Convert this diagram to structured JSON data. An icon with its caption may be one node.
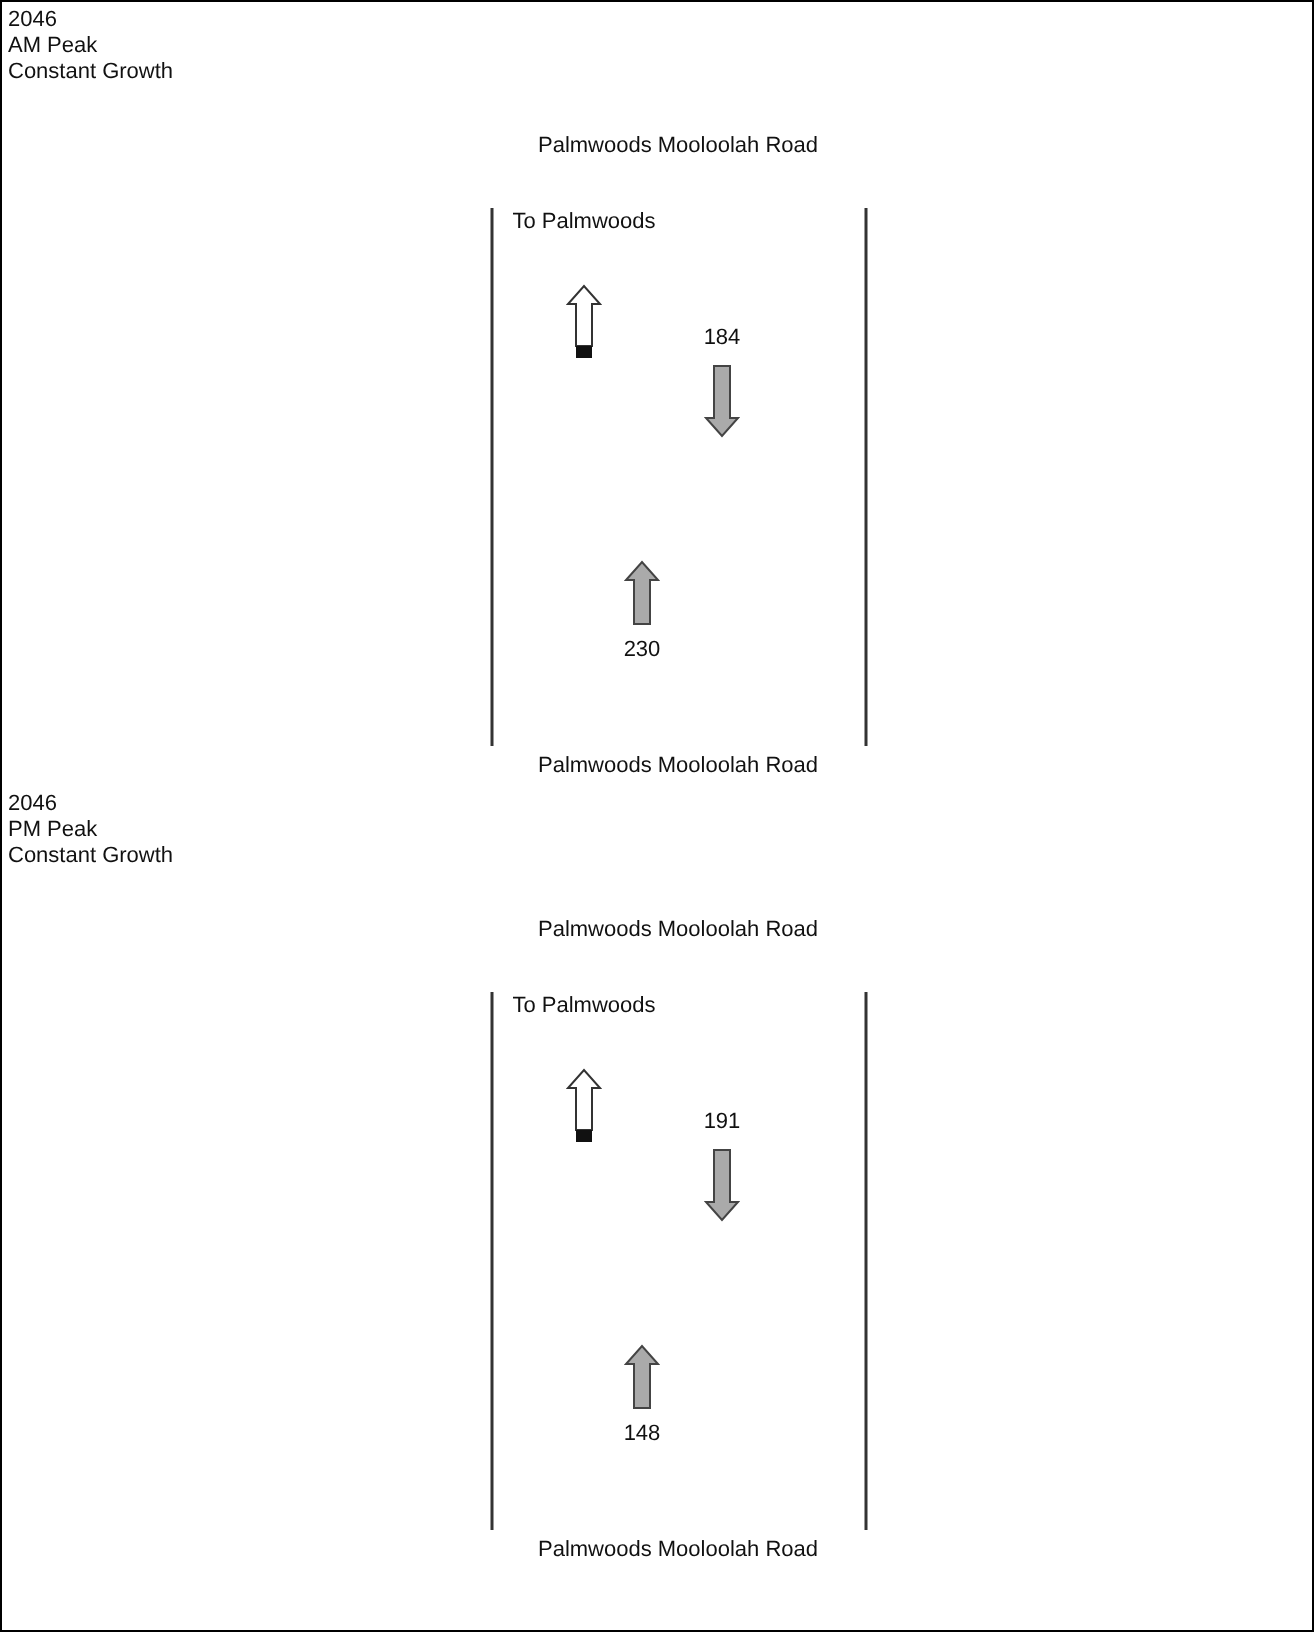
{
  "diagram": {
    "labels": [
      "2046",
      "AM Peak",
      "Constant Growth",
      "Palmwoods Mooloolah Road",
      "To Palmwoods",
      "184",
      "230",
      "Palmwoods Mooloolah Road",
      "2046",
      "PM Peak",
      "Constant Growth",
      "Palmwoods Mooloolah Road",
      "To Palmwoods",
      "191",
      "148",
      "Palmwoods Mooloolah Road"
    ]
  }
}
